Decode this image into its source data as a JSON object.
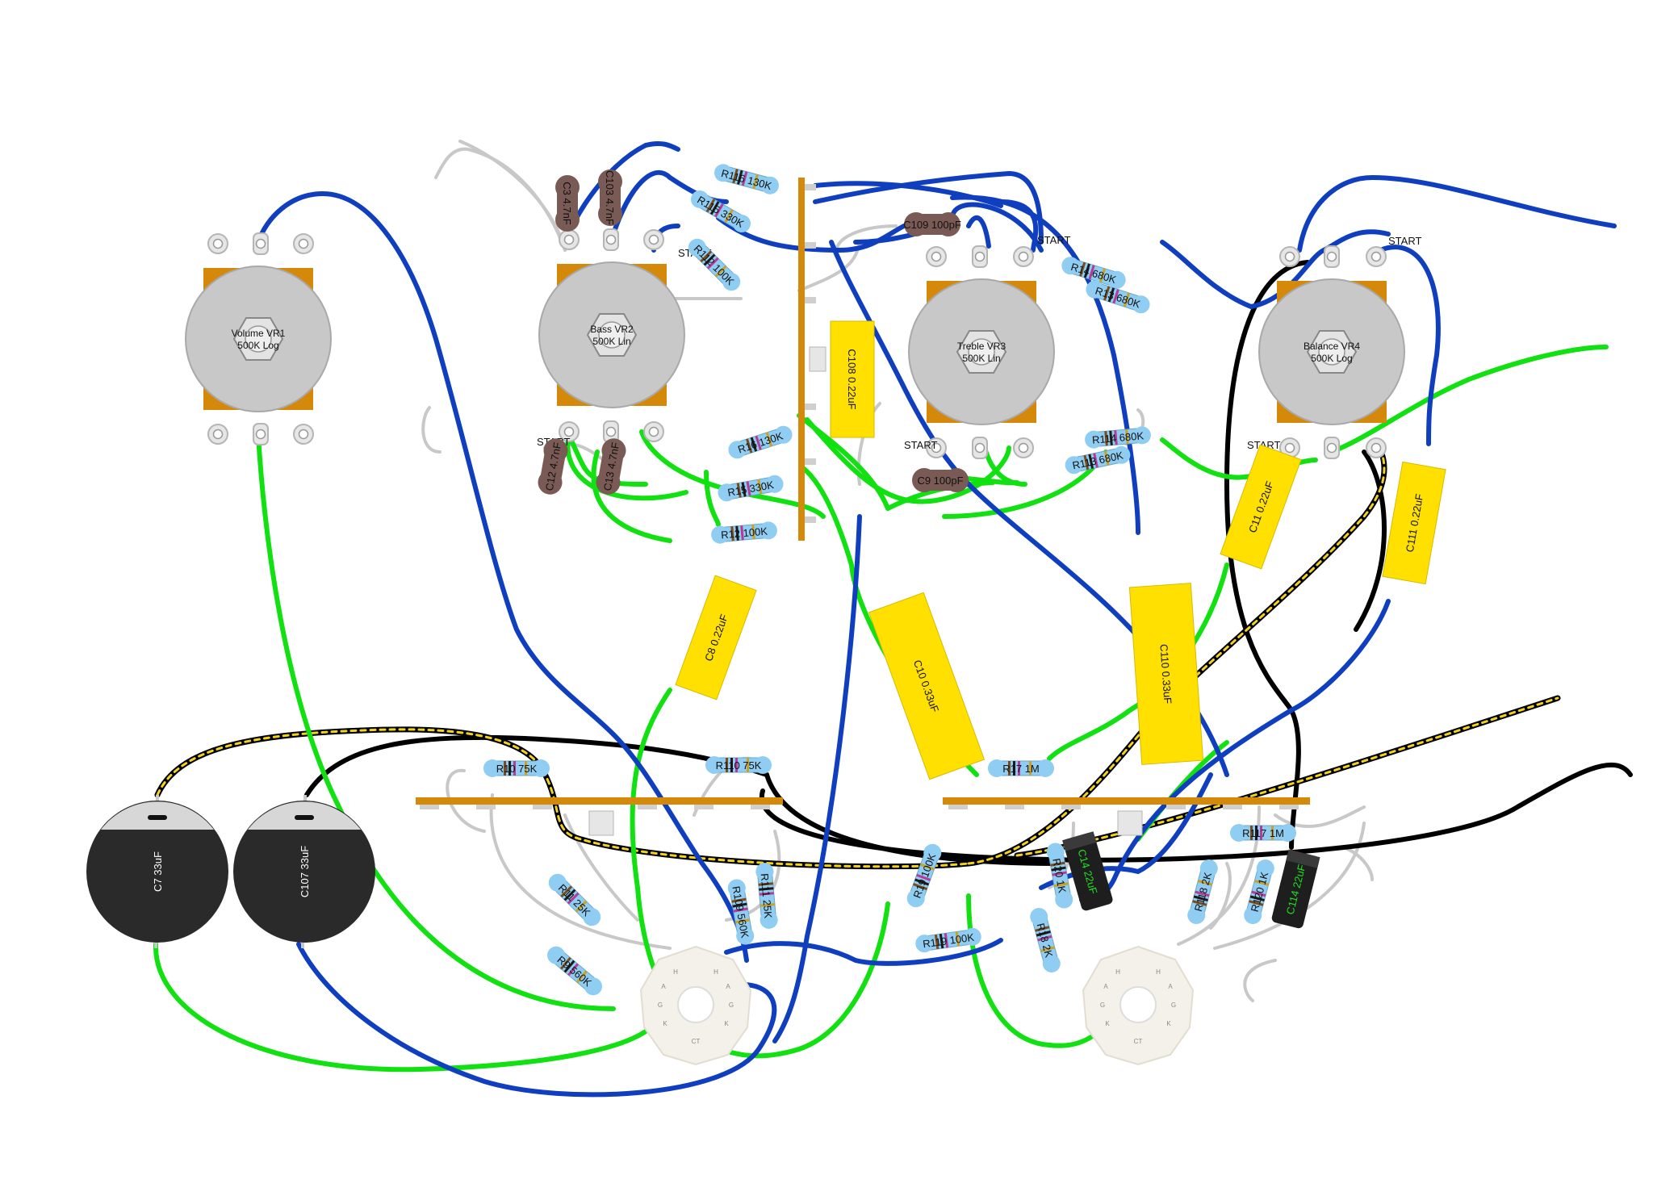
{
  "colors": {
    "wire_blue": "#0f3fbf",
    "wire_green": "#11e011",
    "wire_black": "#000000",
    "wire_yellow_dash": "#f2d21f",
    "wire_grey": "#c8c8c8",
    "pot_body": "#c8c8c8",
    "pot_bracket": "#d4890a",
    "board": "#d4890a",
    "cap_yellow": "#ffe000",
    "resistor": "#8fcdf2",
    "ceramic_cap": "#7a5a55",
    "electrolytic": "#2a2a2a",
    "socket": "#f4f1ea"
  },
  "pots": [
    {
      "id": "vr1",
      "line1": "Volume VR1",
      "line2": "500K Log"
    },
    {
      "id": "vr2",
      "line1": "Bass VR2",
      "line2": "500K Lin"
    },
    {
      "id": "vr3",
      "line1": "Treble VR3",
      "line2": "500K Lin"
    },
    {
      "id": "vr4",
      "line1": "Balance VR4",
      "line2": "500K Log"
    }
  ],
  "start_labels": [
    "START",
    "START",
    "START",
    "START",
    "START",
    "START"
  ],
  "resistors": [
    {
      "id": "r116",
      "label": "R116 130K"
    },
    {
      "id": "r115",
      "label": "R115 330K"
    },
    {
      "id": "r112",
      "label": "R112 100K"
    },
    {
      "id": "r16",
      "label": "R16 130K"
    },
    {
      "id": "r15",
      "label": "R15 330K"
    },
    {
      "id": "r12",
      "label": "R12 100K"
    },
    {
      "id": "r14",
      "label": "R14 680K"
    },
    {
      "id": "r13",
      "label": "R13 680K"
    },
    {
      "id": "r114",
      "label": "R114 680K"
    },
    {
      "id": "r113",
      "label": "R113 680K"
    },
    {
      "id": "r10",
      "label": "R10 75K"
    },
    {
      "id": "r110",
      "label": "R110 75K"
    },
    {
      "id": "r11",
      "label": "R11 25K"
    },
    {
      "id": "r9",
      "label": "R9 560K"
    },
    {
      "id": "r109",
      "label": "R109 560K"
    },
    {
      "id": "r111",
      "label": "R111 25K"
    },
    {
      "id": "r17",
      "label": "R17 1M"
    },
    {
      "id": "r19",
      "label": "R19 100K"
    },
    {
      "id": "r119",
      "label": "R119 100K"
    },
    {
      "id": "r20",
      "label": "R20 1K"
    },
    {
      "id": "r18",
      "label": "R18 2K"
    },
    {
      "id": "r117",
      "label": "R117 1M"
    },
    {
      "id": "r118",
      "label": "R118 2K"
    },
    {
      "id": "r120",
      "label": "R120 1K"
    }
  ],
  "ceramic_caps": [
    {
      "id": "c3",
      "label": "C3 4.7nF"
    },
    {
      "id": "c103",
      "label": "C103 4.7nF"
    },
    {
      "id": "c12",
      "label": "C12 4.7nF"
    },
    {
      "id": "c13",
      "label": "C13 4.7nF"
    },
    {
      "id": "c109",
      "label": "C109 100pF"
    },
    {
      "id": "c9",
      "label": "C9 100pF"
    }
  ],
  "film_caps": [
    {
      "id": "c108",
      "label": "C108 0.22uF"
    },
    {
      "id": "c8",
      "label": "C8 0.22uF"
    },
    {
      "id": "c10",
      "label": "C10 0.33uF"
    },
    {
      "id": "c110",
      "label": "C110 0.33uF"
    },
    {
      "id": "c11",
      "label": "C11 0.22uF"
    },
    {
      "id": "c111",
      "label": "C111 0.22uF"
    }
  ],
  "electrolytics": [
    {
      "id": "c7",
      "label": "C7 33uF"
    },
    {
      "id": "c107",
      "label": "C107 33uF"
    },
    {
      "id": "c14",
      "label": "C14 22uF"
    },
    {
      "id": "c114",
      "label": "C114 22uF"
    }
  ],
  "socket_pins": [
    "H",
    "A",
    "G",
    "K",
    "CT",
    "K",
    "G",
    "A",
    "H"
  ]
}
